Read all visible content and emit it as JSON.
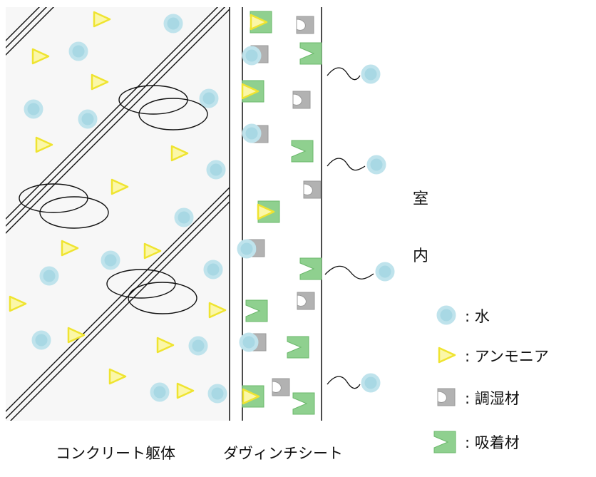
{
  "room_label": [
    "室",
    "内"
  ],
  "legend": [
    {
      "icon": "water-icon",
      "label": ": 水"
    },
    {
      "icon": "ammonia-icon",
      "label": ": アンモニア"
    },
    {
      "icon": "humidity-control-material-icon",
      "label": ": 調湿材"
    },
    {
      "icon": "adsorbent-icon",
      "label": ": 吸着材"
    }
  ],
  "captions": {
    "concrete": "コンクリート躯体",
    "sheet": "ダヴィンチシート"
  },
  "colors": {
    "water_fill": "#a8d8e4",
    "water_stroke": "#bfe3ec",
    "ammonia_fill": "#fbf7a8",
    "ammonia_stroke": "#efe430",
    "humidity_fill": "#b2b2b2",
    "adsorbent_fill": "#8fd08f",
    "concrete_bg": "#f7f7f7"
  }
}
